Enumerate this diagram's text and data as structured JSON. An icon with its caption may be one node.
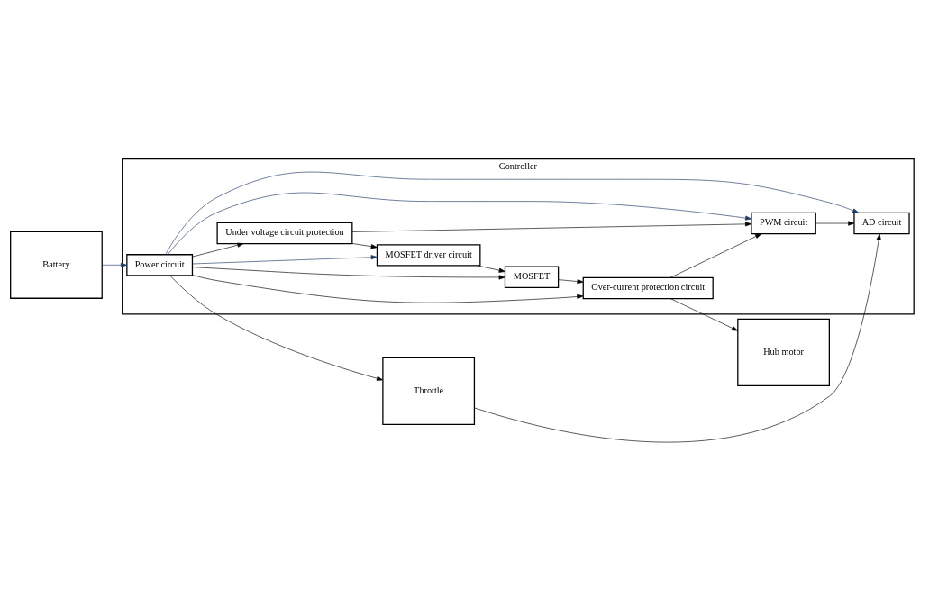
{
  "diagram": {
    "nodes": [
      {
        "text": [
          "Controller"
        ]
      },
      {
        "text": [
          "Power circuit"
        ],
        "in": 0
      },
      {
        "text": [
          "Under voltage circuit protection"
        ],
        "in": 0
      },
      {
        "text": [
          "MOSFET driver circuit"
        ],
        "in": 0
      },
      {
        "text": [
          "MOSFET"
        ],
        "in": 0
      },
      {
        "text": [
          "PWM circuit"
        ],
        "in": 0
      },
      {
        "text": [
          "Over-current protection circuit"
        ],
        "in": 0
      },
      {
        "text": [
          "AD circuit"
        ],
        "in": 0
      },
      {
        "text": [
          "Battery"
        ]
      },
      {
        "text": [
          "Throttle"
        ]
      },
      {
        "text": [
          "Hub motor"
        ]
      }
    ],
    "edges": [
      {
        "from": 8,
        "to": 1,
        "arrow": "to",
        "color": "#1f3864"
      },
      {
        "from": 1,
        "to": 4,
        "arrow": "to"
      },
      {
        "from": 1,
        "to": 3,
        "arrow": "to",
        "color": "#1f3864"
      },
      {
        "from": 1,
        "to": 2,
        "arrow": "to"
      },
      {
        "from": 2,
        "to": 3,
        "arrow": "to"
      },
      {
        "from": 3,
        "to": 4,
        "arrow": "to"
      },
      {
        "from": 2,
        "to": 5,
        "arrow": "to"
      },
      {
        "from": 1,
        "to": 6,
        "arrow": "to"
      },
      {
        "from": 1,
        "to": 5,
        "arrow": "to",
        "color": "#1f3864"
      },
      {
        "from": 1,
        "to": 7,
        "arrow": "to",
        "color": "#1f3864"
      },
      {
        "from": 4,
        "to": 6,
        "arrow": "to"
      },
      {
        "from": 6,
        "to": 5,
        "arrow": "to"
      },
      {
        "from": 5,
        "to": 7,
        "arrow": "to"
      },
      {
        "from": 1,
        "to": 9,
        "arrow": "to"
      },
      {
        "from": 9,
        "to": 7,
        "arrow": "to"
      },
      {
        "from": 6,
        "to": 10,
        "arrow": "to"
      }
    ]
  }
}
